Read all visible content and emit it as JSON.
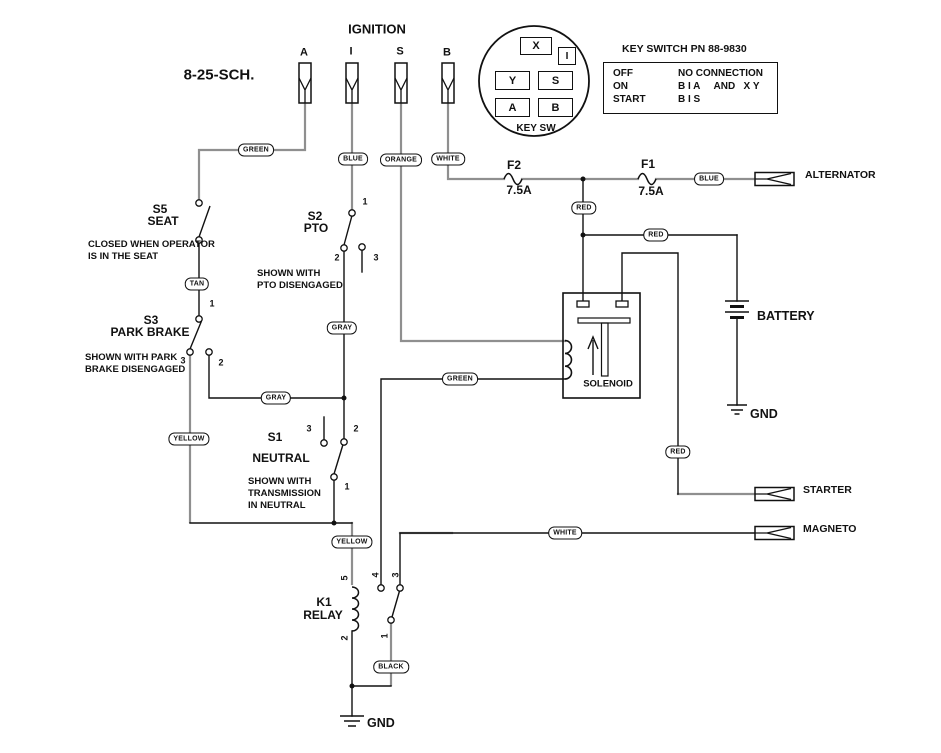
{
  "diagram": {
    "title": "IGNITION",
    "sheet_ref": "8-25-SCH.",
    "ignition_connectors": {
      "a": "A",
      "i": "I",
      "s": "S",
      "b": "B"
    },
    "key_switch": {
      "label": "KEY SW",
      "pn_title": "KEY SWITCH PN 88-9830",
      "pins": {
        "x": "X",
        "i": "I",
        "y": "Y",
        "s": "S",
        "a": "A",
        "b": "B"
      },
      "table": [
        {
          "pos": "OFF",
          "conn": "NO CONNECTION"
        },
        {
          "pos": "ON",
          "conn": "B I A     AND   X Y"
        },
        {
          "pos": "START",
          "conn": "B I S"
        }
      ]
    },
    "fuses": {
      "f2_name": "F2",
      "f2_rating": "7.5A",
      "f1_name": "F1",
      "f1_rating": "7.5A"
    },
    "wire_labels": {
      "green1": "GREEN",
      "blue1": "BLUE",
      "orange1": "ORANGE",
      "white1": "WHITE",
      "tan1": "TAN",
      "gray1": "GRAY",
      "gray2": "GRAY",
      "yellow1": "YELLOW",
      "green2": "GREEN",
      "yellow2": "YELLOW",
      "black1": "BLACK",
      "red1": "RED",
      "red2": "RED",
      "red3": "RED",
      "blue2": "BLUE",
      "white2": "WHITE"
    },
    "switches": {
      "s5_id": "S5",
      "s5_name": "SEAT",
      "s5_note1": "CLOSED WHEN OPERATOR",
      "s5_note2": "IS IN THE SEAT",
      "s3_id": "S3",
      "s3_name": "PARK BRAKE",
      "s3_note1": "SHOWN WITH PARK",
      "s3_note2": "BRAKE DISENGAGED",
      "s3_t1": "1",
      "s3_t2": "2",
      "s3_t3": "3",
      "s2_id": "S2",
      "s2_name": "PTO",
      "s2_note1": "SHOWN WITH",
      "s2_note2": "PTO DISENGAGED",
      "s2_t1": "1",
      "s2_t2": "2",
      "s2_t3": "3",
      "s1_id": "S1",
      "s1_name": "NEUTRAL",
      "s1_note1": "SHOWN WITH",
      "s1_note2": "TRANSMISSION",
      "s1_note3": "IN NEUTRAL",
      "s1_t1": "1",
      "s1_t2": "2",
      "s1_t3": "3"
    },
    "relay": {
      "id": "K1",
      "name": "RELAY",
      "t1": "1",
      "t2": "2",
      "t3": "3",
      "t4": "4",
      "t5": "5"
    },
    "solenoid": {
      "label": "SOLENOID"
    },
    "battery": {
      "label": "BATTERY",
      "gnd": "GND"
    },
    "outputs": {
      "alternator": "ALTERNATOR",
      "starter": "STARTER",
      "magneto": "MAGNETO"
    },
    "ground": {
      "label": "GND"
    }
  }
}
